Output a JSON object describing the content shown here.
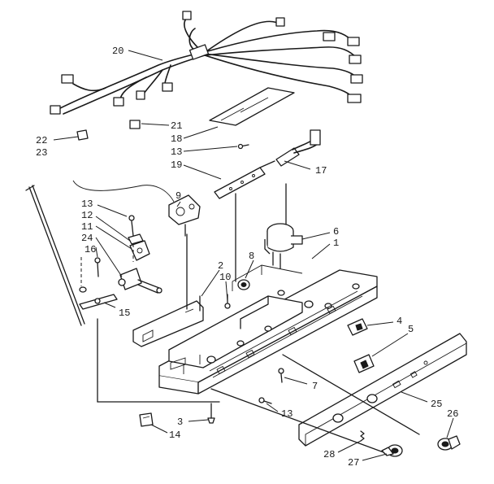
{
  "callouts": [
    {
      "id": "20",
      "text": "20"
    },
    {
      "id": "21",
      "text": "21"
    },
    {
      "id": "18",
      "text": "18"
    },
    {
      "id": "13a",
      "text": "13"
    },
    {
      "id": "19",
      "text": "19"
    },
    {
      "id": "17",
      "text": "17"
    },
    {
      "id": "9",
      "text": "9"
    },
    {
      "id": "22",
      "text": "22"
    },
    {
      "id": "23",
      "text": "23"
    },
    {
      "id": "13b",
      "text": "13"
    },
    {
      "id": "12",
      "text": "12"
    },
    {
      "id": "11",
      "text": "11"
    },
    {
      "id": "24",
      "text": "24"
    },
    {
      "id": "16",
      "text": "16"
    },
    {
      "id": "15",
      "text": "15"
    },
    {
      "id": "6",
      "text": "6"
    },
    {
      "id": "1",
      "text": "1"
    },
    {
      "id": "8",
      "text": "8"
    },
    {
      "id": "2",
      "text": "2"
    },
    {
      "id": "10",
      "text": "10"
    },
    {
      "id": "4",
      "text": "4"
    },
    {
      "id": "5",
      "text": "5"
    },
    {
      "id": "7",
      "text": "7"
    },
    {
      "id": "13c",
      "text": "13"
    },
    {
      "id": "25",
      "text": "25"
    },
    {
      "id": "26",
      "text": "26"
    },
    {
      "id": "3",
      "text": "3"
    },
    {
      "id": "14",
      "text": "14"
    },
    {
      "id": "28",
      "text": "28"
    },
    {
      "id": "27",
      "text": "27"
    }
  ]
}
